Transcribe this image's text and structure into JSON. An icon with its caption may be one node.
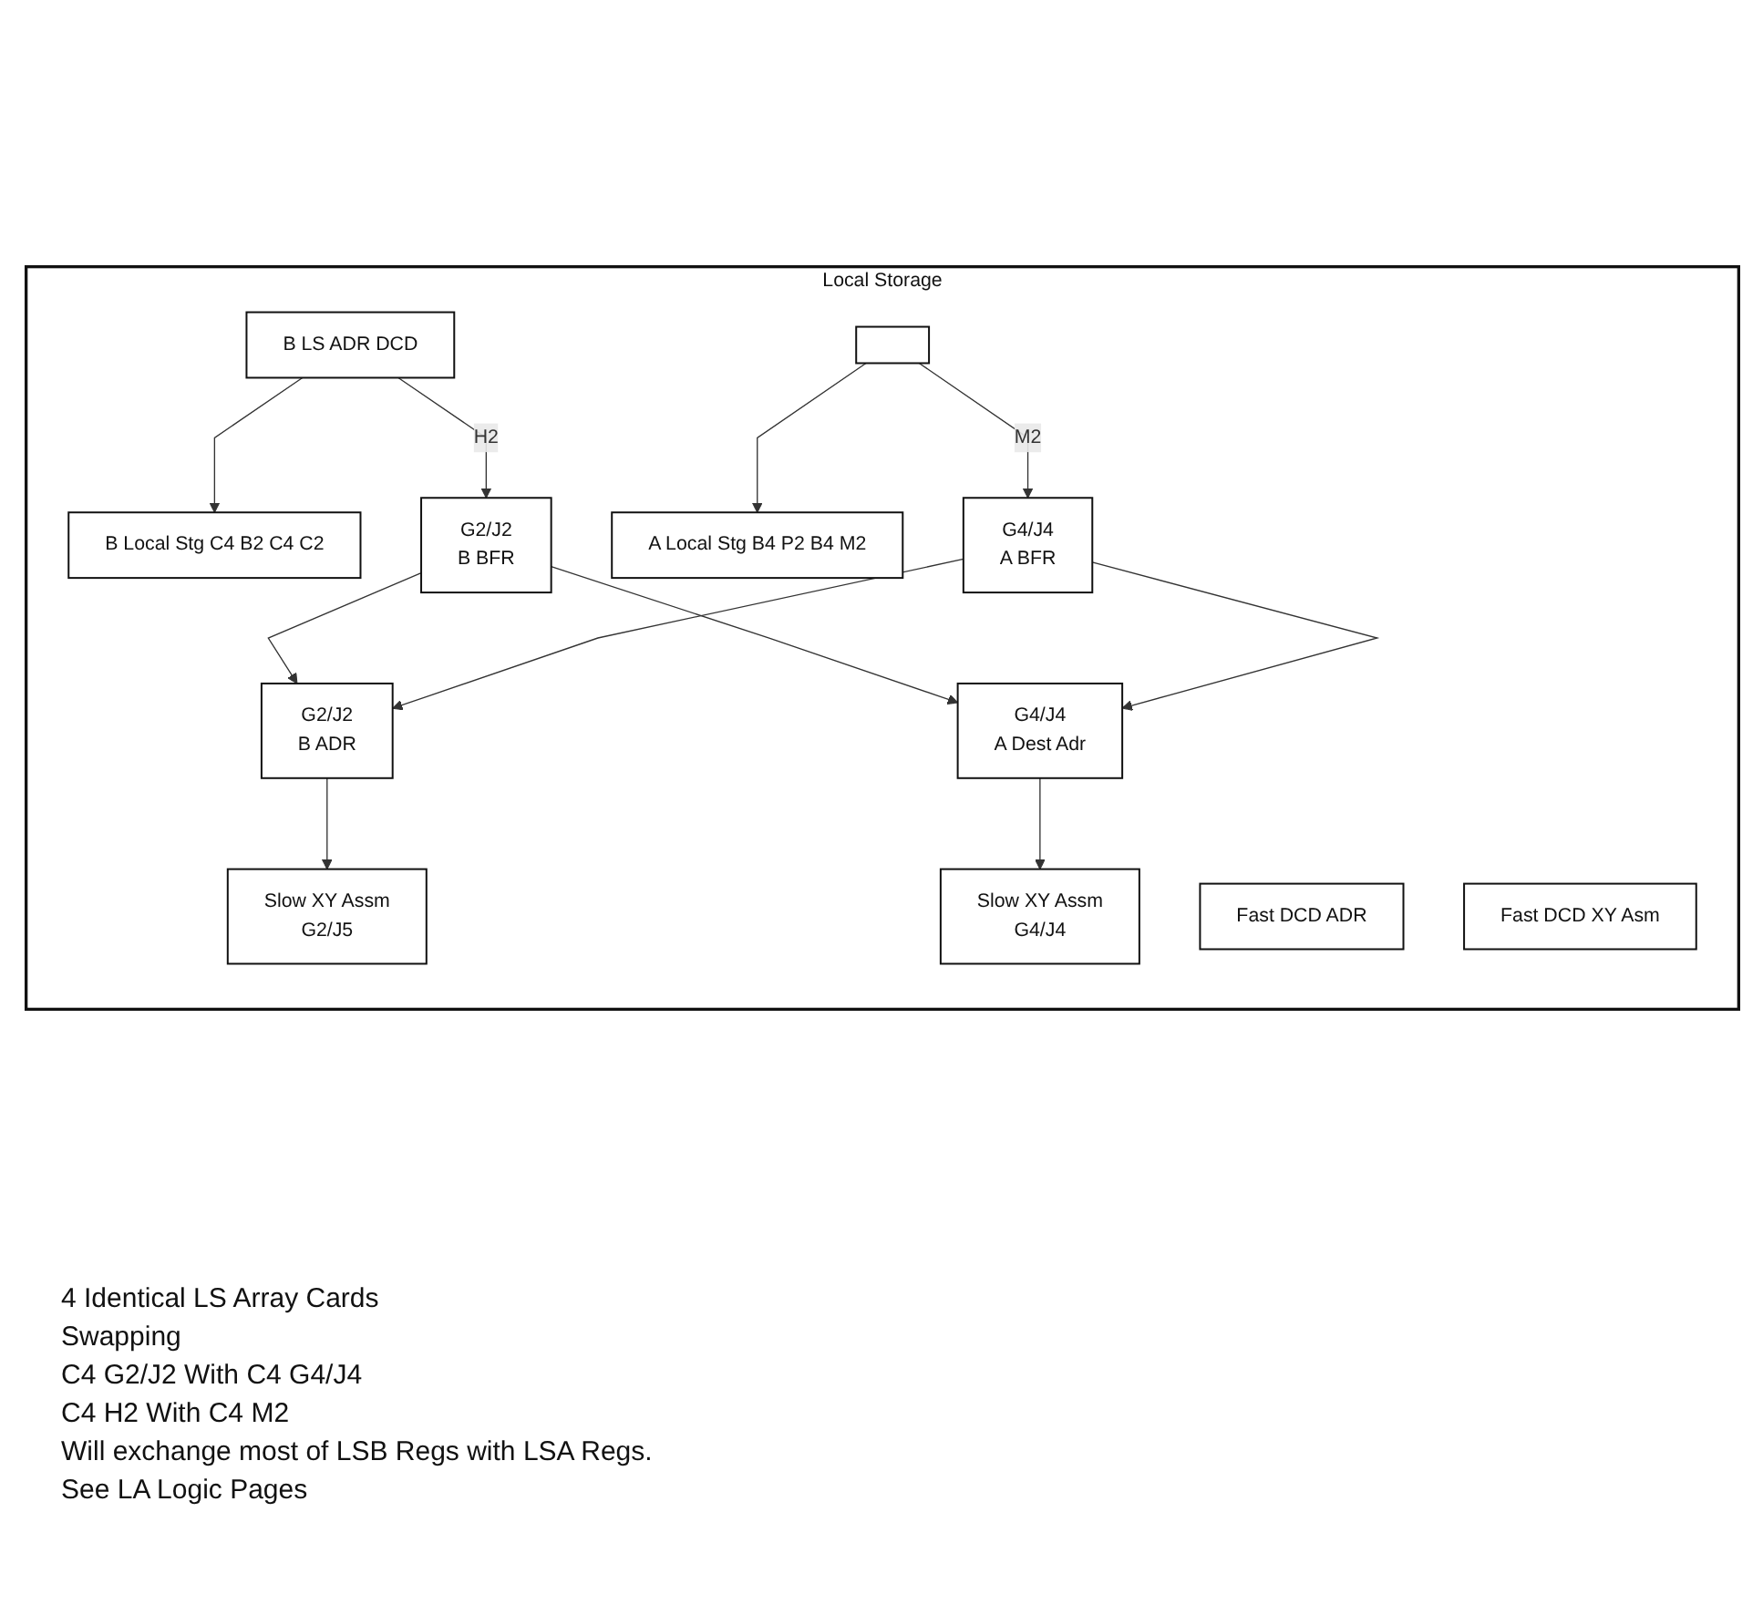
{
  "diagram": {
    "nodes": [
      {
        "text": [
          "Local Storage"
        ]
      },
      {
        "text": [
          "B LS ADR DCD"
        ],
        "in": 0
      },
      {
        "text": [
          "Fast DCD ADR"
        ],
        "in": 0
      },
      {
        "text": [
          "Slow XY Assm",
          "G2/J5"
        ],
        "in": 0
      },
      {
        "text": [
          "G2/J2",
          "B BFR"
        ],
        "in": 0
      },
      {
        "text": [
          "G2/J2",
          "B ADR"
        ],
        "in": 0
      },
      {
        "text": [
          "B Local Stg C4 B2 C4 C2"
        ],
        "in": 0
      },
      {
        "text": [],
        "shape": "box",
        "in": 0
      },
      {
        "text": [
          "Fast DCD XY Asm"
        ],
        "in": 0
      },
      {
        "text": [
          "Slow XY Assm",
          "G4/J4"
        ],
        "in": 0
      },
      {
        "text": [
          "G4/J4",
          "A BFR"
        ],
        "in": 0
      },
      {
        "text": [
          "G4/J4",
          "A Dest Adr"
        ],
        "in": 0
      },
      {
        "text": [
          "A Local Stg B4 P2 B4 M2"
        ],
        "in": 0
      }
    ],
    "edges": [
      {
        "from": 1,
        "to": 6,
        "arrow": "to"
      },
      {
        "from": 1,
        "to": 4,
        "arrow": "to",
        "label": "H2"
      },
      {
        "from": 4,
        "to": 5,
        "arrow": "to"
      },
      {
        "from": 4,
        "to": 11,
        "arrow": "to"
      },
      {
        "from": 5,
        "to": 3,
        "arrow": "to"
      },
      {
        "from": 7,
        "to": 12,
        "arrow": "to"
      },
      {
        "from": 7,
        "to": 10,
        "arrow": "to",
        "label": "M2"
      },
      {
        "from": 10,
        "to": 11,
        "arrow": "to"
      },
      {
        "from": 10,
        "to": 5,
        "arrow": "to"
      },
      {
        "from": 11,
        "to": 9,
        "arrow": "to"
      }
    ],
    "labels": [
      "4 Identical LS Array Cards",
      "Swapping",
      "C4 G2/J2 With C4 G4/J4",
      "C4 H2 With C4 M2",
      "Will exchange most of LSB Regs with LSA Regs.",
      "See LA Logic Pages"
    ]
  }
}
